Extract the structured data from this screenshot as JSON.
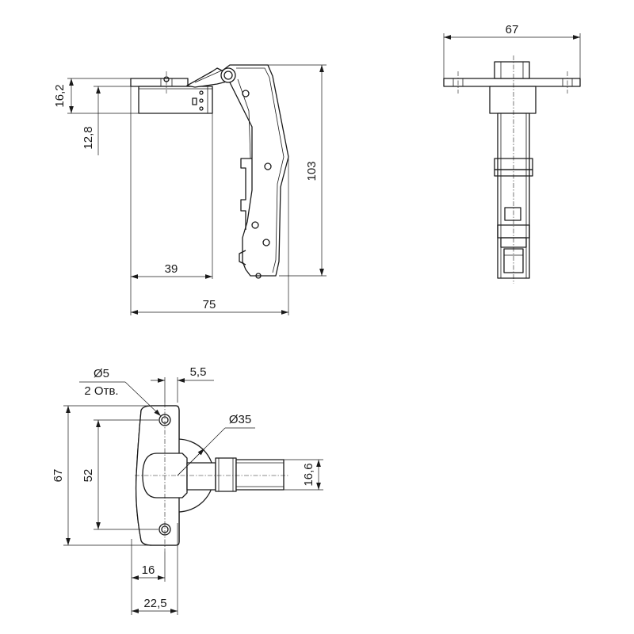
{
  "drawing": {
    "side_view": {
      "dim_flange_thickness": "16,2",
      "dim_cup_depth": "12,8",
      "dim_total_height": "103",
      "dim_cup_width": "39",
      "dim_total_width": "75"
    },
    "front_view": {
      "dim_plate_width": "67"
    },
    "top_view": {
      "dim_hole_diameter": "Ø5",
      "dim_hole_count": "2 Отв.",
      "dim_hole_offset": "5,5",
      "dim_cup_diameter": "Ø35",
      "dim_plate_height": "67",
      "dim_hole_spacing": "52",
      "dim_arm_width": "16,6",
      "dim_hole_to_center": "16",
      "dim_edge_to_center": "22,5"
    }
  }
}
